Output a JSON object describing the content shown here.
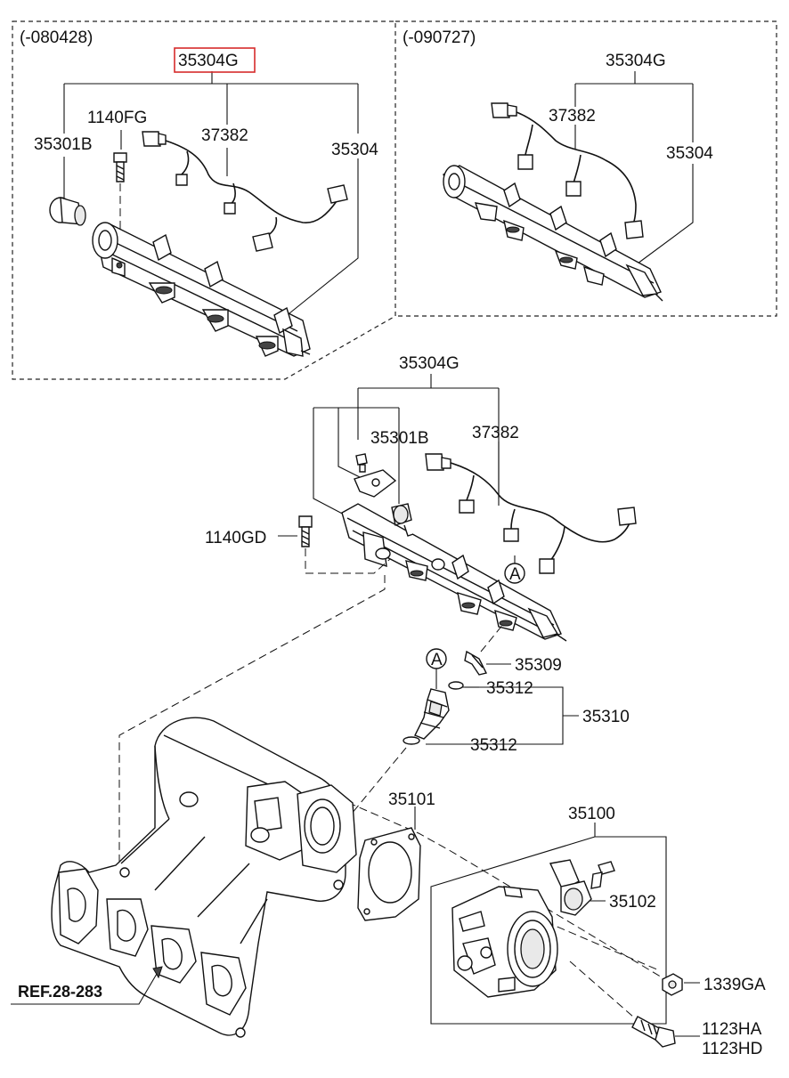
{
  "labels": {
    "top_left_range": "(-080428)",
    "top_right_range": "(-090727)",
    "tl_35304G": "35304G",
    "tl_1140FG": "1140FG",
    "tl_35301B": "35301B",
    "tl_37382": "37382",
    "tl_35304": "35304",
    "tr_35304G": "35304G",
    "tr_37382": "37382",
    "tr_35304": "35304",
    "mid_35304G": "35304G",
    "mid_35301B": "35301B",
    "mid_37382": "37382",
    "mid_1140GD": "1140GD",
    "circle_a_1": "A",
    "circle_a_2": "A",
    "p_35309": "35309",
    "p_35312_top": "35312",
    "p_35310": "35310",
    "p_35312_bot": "35312",
    "p_35101": "35101",
    "p_35100": "35100",
    "p_35102": "35102",
    "p_1339GA": "1339GA",
    "p_1123HA": "1123HA",
    "p_1123HD": "1123HD",
    "ref": "REF.28-283"
  },
  "colors": {
    "highlight": "#d62b2b",
    "line": "#111111"
  }
}
